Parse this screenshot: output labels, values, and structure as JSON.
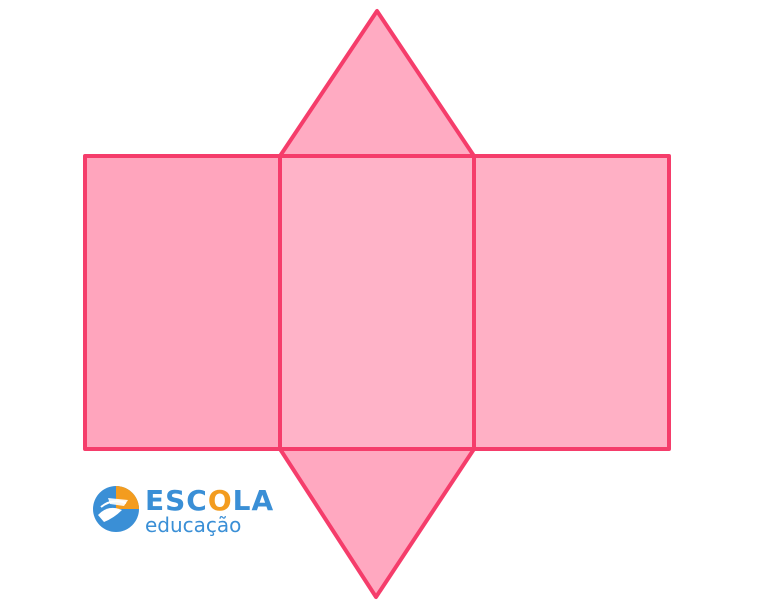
{
  "diagram": {
    "stroke_color": "#f53d6b",
    "fill_left": "#ffa5bd",
    "fill_center": "#ffb3c8",
    "fill_right": "#ffb0c5",
    "fill_top_triangle": "#ffabc2",
    "fill_bottom_triangle": "#ffa8c0"
  },
  "logo": {
    "brand_part1": "ESC",
    "brand_part2": "O",
    "brand_part3": "LA",
    "subtitle": "educação",
    "blue_color": "#3a8fd6",
    "orange_color": "#f39c1f"
  }
}
